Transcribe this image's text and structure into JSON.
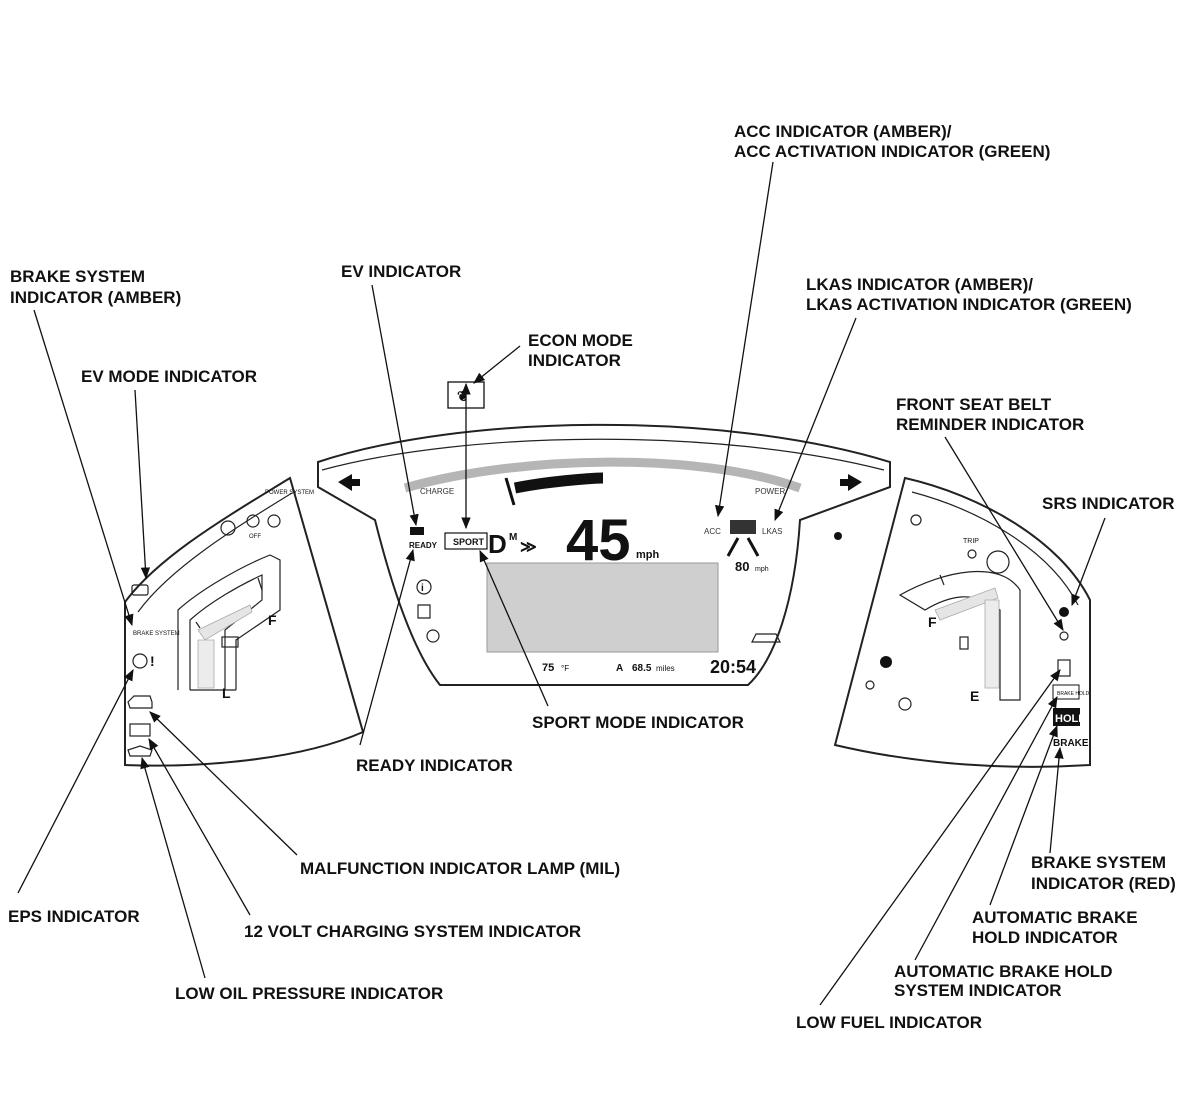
{
  "callouts": {
    "acc": [
      "ACC INDICATOR (AMBER)/",
      "ACC ACTIVATION INDICATOR (GREEN)"
    ],
    "lkas": [
      "LKAS INDICATOR (AMBER)/",
      "LKAS ACTIVATION INDICATOR (GREEN)"
    ],
    "brake_amber": [
      "BRAKE SYSTEM",
      "INDICATOR (AMBER)"
    ],
    "ev_mode": "EV MODE INDICATOR",
    "ev": "EV INDICATOR",
    "econ": [
      "ECON MODE",
      "INDICATOR"
    ],
    "seatbelt": [
      "FRONT SEAT BELT",
      "REMINDER INDICATOR"
    ],
    "srs": "SRS INDICATOR",
    "sport": "SPORT MODE INDICATOR",
    "ready": "READY INDICATOR",
    "mil": "MALFUNCTION INDICATOR LAMP (MIL)",
    "eps": "EPS INDICATOR",
    "charging": "12 VOLT CHARGING SYSTEM INDICATOR",
    "oil": "LOW OIL PRESSURE INDICATOR",
    "brake_red": [
      "BRAKE SYSTEM",
      "INDICATOR (RED)"
    ],
    "auto_hold": [
      "AUTOMATIC BRAKE",
      "HOLD INDICATOR"
    ],
    "auto_hold_system": [
      "AUTOMATIC BRAKE HOLD",
      "SYSTEM INDICATOR"
    ],
    "low_fuel": "LOW FUEL INDICATOR"
  },
  "cluster": {
    "charge": "CHARGE",
    "power": "POWER",
    "power_system": [
      "POWER",
      "SYSTEM"
    ],
    "brake_system": [
      "BRAKE",
      "SYSTEM"
    ],
    "ready": "READY",
    "sport": "SPORT",
    "gear": "D",
    "gear_mode": "M",
    "speed": "45",
    "speed_unit": "mph",
    "acc": "ACC",
    "lkas": "LKAS",
    "set_speed": "80",
    "set_speed_unit": "mph",
    "temp": "75",
    "temp_unit": "°F",
    "trip_label": "A",
    "trip_value": "68.5",
    "trip_unit": "miles",
    "time": "20:54",
    "fuel_full": "F",
    "fuel_empty": "E",
    "temp_low": "L",
    "temp_full": "F",
    "trip_button": "TRIP",
    "brake_hold": [
      "BRAKE",
      "HOLD"
    ],
    "hold": "HOLD",
    "brake": "BRAKE",
    "off": "OFF"
  }
}
